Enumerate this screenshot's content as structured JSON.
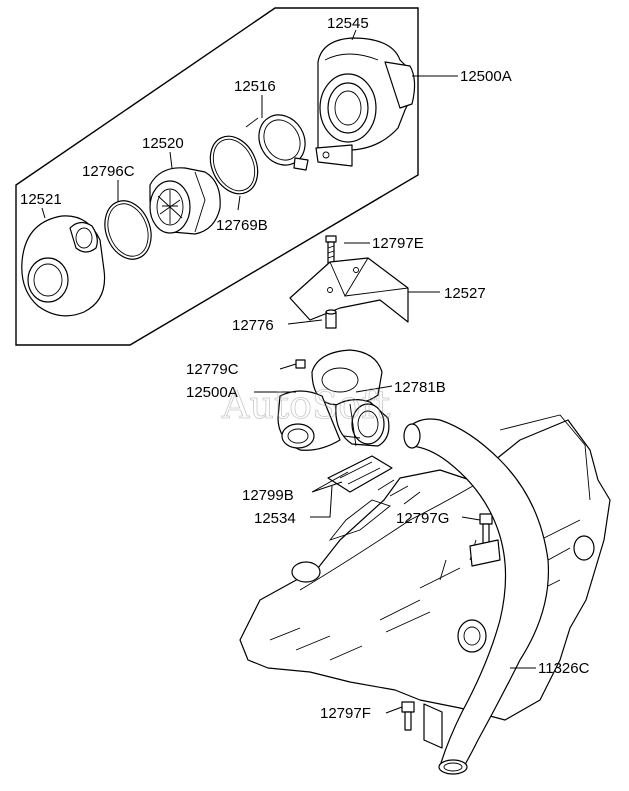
{
  "watermark": "AutoSoft",
  "labels": {
    "p12545": "12545",
    "p12500A_top": "12500A",
    "p12516": "12516",
    "p12520": "12520",
    "p12796C": "12796C",
    "p12521": "12521",
    "p12769B": "12769B",
    "p12797E": "12797E",
    "p12527": "12527",
    "p12776": "12776",
    "p12779C": "12779C",
    "p12500A_mid": "12500A",
    "p12781B": "12781B",
    "p12799B": "12799B",
    "p12534": "12534",
    "p12797G": "12797G",
    "p11326C": "11326C",
    "p12797F": "12797F"
  }
}
